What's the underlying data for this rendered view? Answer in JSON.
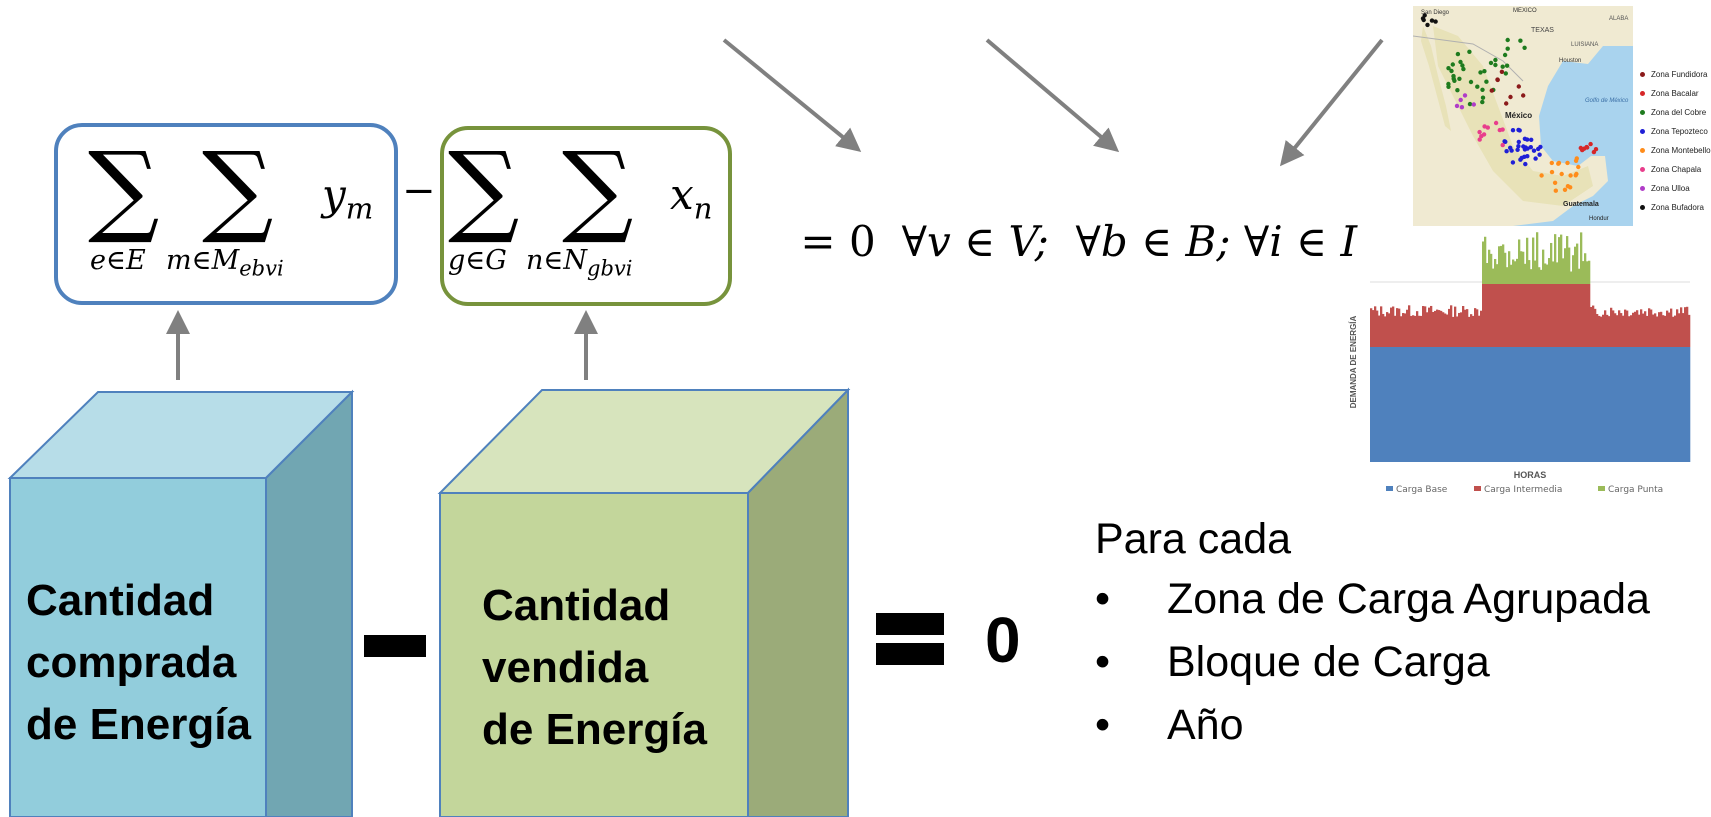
{
  "blocks": {
    "bought": {
      "label": "Cantidad\ncomprada\nde Energía",
      "color": "#92cddc"
    },
    "sold": {
      "label": "Cantidad\nvendida\nde Energía",
      "color": "#c3d69b"
    }
  },
  "operators": {
    "minus": "−",
    "equals": "="
  },
  "result": "0",
  "equation": {
    "term1_sub1": "e∈E",
    "term1_sub2": "m∈M",
    "term1_sub2_index": "ebvi",
    "term1_var": "y",
    "term1_var_sub": "m",
    "term2_sub1": "g∈G",
    "term2_sub2": "n∈N",
    "term2_sub2_index": "gbvi",
    "term2_var": "x",
    "term2_var_sub": "n",
    "rhs": "= 0",
    "quantifiers": "∀v ∈ V;  ∀b ∈ B; ∀i ∈ I"
  },
  "para_cada": {
    "heading": "Para cada",
    "items": [
      "Zona de Carga Agrupada",
      "Bloque de Carga",
      "Año"
    ]
  },
  "map": {
    "labels": [
      "San Diego",
      "MEXICO",
      "TEXAS",
      "ALABA",
      "LUISIANA",
      "Houston",
      "Golfo de México",
      "México",
      "Guatemala",
      "Hondur"
    ],
    "legend": [
      {
        "name": "Zona Fundidora",
        "color": "#8b1a1a"
      },
      {
        "name": "Zona Bacalar",
        "color": "#d62728"
      },
      {
        "name": "Zona del Cobre",
        "color": "#1e7b1e"
      },
      {
        "name": "Zona Tepozteco",
        "color": "#1f1fd6"
      },
      {
        "name": "Zona Montebello",
        "color": "#ff8c1a"
      },
      {
        "name": "Zona Chapala",
        "color": "#e83e8c"
      },
      {
        "name": "Zona Ulloa",
        "color": "#b03cc8"
      },
      {
        "name": "Zona Bufadora",
        "color": "#111111"
      }
    ]
  },
  "demand_chart": {
    "ylabel": "DEMANDA DE ENERGÍA",
    "xlabel": "HORAS",
    "legend": [
      {
        "name": "Carga Base",
        "color": "#4f81bd"
      },
      {
        "name": "Carga Intermedia",
        "color": "#c0504d"
      },
      {
        "name": "Carga Punta",
        "color": "#9bbb59"
      }
    ]
  }
}
